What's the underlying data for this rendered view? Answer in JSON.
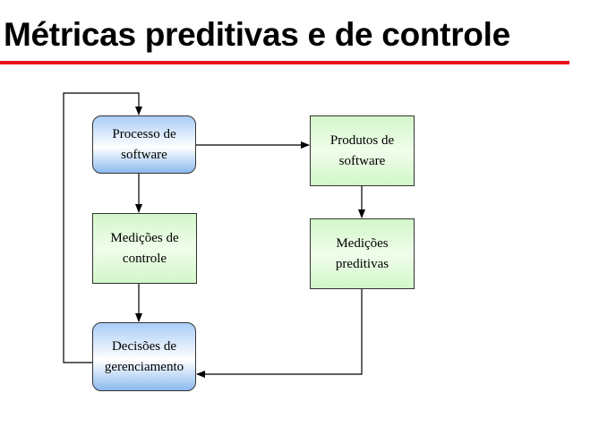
{
  "title": "Métricas preditivas e de controle",
  "colors": {
    "accent": "#e8141c",
    "process_box": "#8cbaf0",
    "measure_box": "#d2f7c9"
  },
  "nodes": {
    "processo": {
      "line1": "Processo de",
      "line2": "software"
    },
    "produtos": {
      "line1": "Produtos de",
      "line2": "software"
    },
    "controle": {
      "line1": "Medições de",
      "line2": "controle"
    },
    "preditivas": {
      "line1": "Medições",
      "line2": "preditivas"
    },
    "decisoes": {
      "line1": "Decisões de",
      "line2": "gerenciamento"
    }
  }
}
